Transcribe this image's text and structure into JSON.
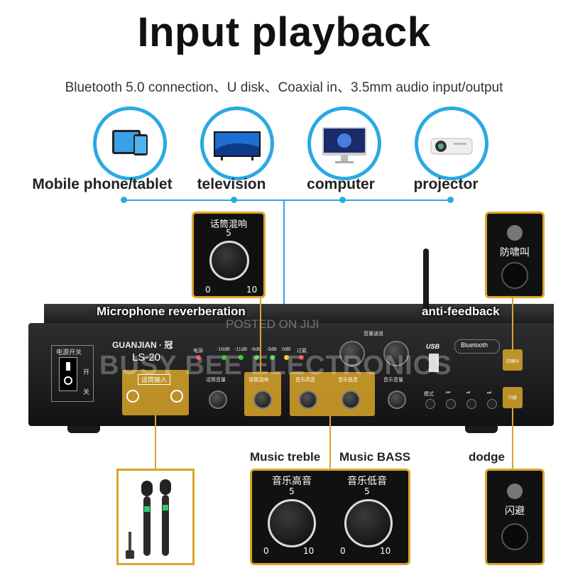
{
  "header": {
    "title": "Input playback",
    "subtitle": "Bluetooth 5.0 connection、U disk、Coaxial in、3.5mm audio input/output"
  },
  "sources": [
    {
      "label": "Mobile phone/tablet",
      "icon": "phone-tablet-icon"
    },
    {
      "label": "television",
      "icon": "television-icon"
    },
    {
      "label": "computer",
      "icon": "computer-icon"
    },
    {
      "label": "projector",
      "icon": "projector-icon"
    }
  ],
  "callouts": {
    "mic_reverb": {
      "label": "Microphone reverberation",
      "panel_cn": "话筒混响",
      "scale_top": "5",
      "scale_min": "0",
      "scale_max": "10"
    },
    "anti_feedback": {
      "label": "anti-feedback",
      "panel_cn": "防啸叫"
    },
    "music": {
      "treble_label": "Music treble",
      "bass_label": "Music BASS",
      "treble_cn": "音乐高音",
      "bass_cn": "音乐低音",
      "scale_top": "5",
      "scale_min": "0",
      "scale_max": "10"
    },
    "dodge": {
      "label": "dodge",
      "panel_cn": "闪避"
    }
  },
  "amplifier": {
    "brand": "GUANJIAN · 冠",
    "model": "LS-20",
    "power_switch": "电源开关",
    "switch_on": "开",
    "switch_off": "关",
    "mic_input": "话筒输入",
    "led_labels": [
      "电源",
      "-16dB",
      "-11dB",
      "-6dB",
      "-3dB",
      "0dB",
      "过载"
    ],
    "knob_labels": [
      "话筒音量",
      "话筒混响",
      "音乐高音",
      "音乐低音",
      "音乐音量"
    ],
    "channel_label": "音量通道",
    "bluetooth": "Bluetooth",
    "usb": "USB",
    "mode": "模式",
    "anti_feedback_btn": "防啸叫",
    "dodge_btn": "闪避"
  },
  "watermark": {
    "posted": "POSTED ON JIJI",
    "shop": "BUSY BEE ELECTRONICS"
  },
  "colors": {
    "accent_blue": "#2aa9e3",
    "accent_gold": "#d9a62a"
  }
}
